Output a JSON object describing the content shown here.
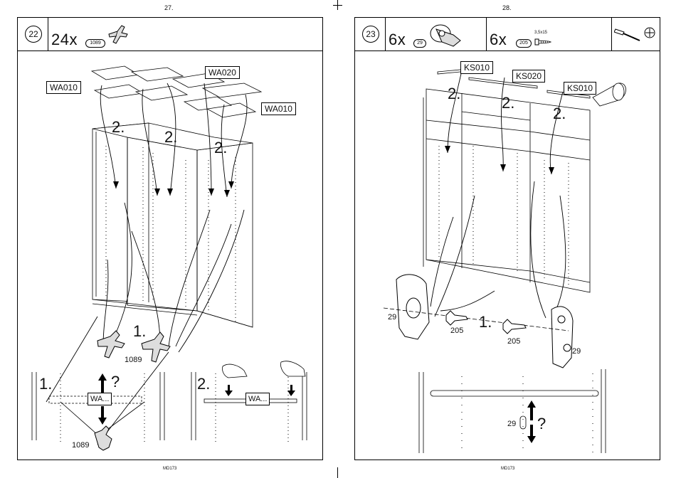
{
  "left_page": {
    "page_number": "27.",
    "footer": "MD173",
    "step": "22",
    "quantity": "24x",
    "part_number": "1089",
    "labels": {
      "wa010_top": "WA010",
      "wa020": "WA020",
      "wa010_right": "WA010",
      "part_label": "1089",
      "inset_part_label": "1089",
      "inset_box_1": "WA...",
      "inset_box_2": "WA..."
    },
    "step_marks": {
      "shelf_1": "2.",
      "shelf_2": "2.",
      "shelf_3": "2.",
      "connector_step": "1.",
      "inset_step_1": "1.",
      "inset_step_2": "2.",
      "question": "?"
    }
  },
  "right_page": {
    "page_number": "28.",
    "footer": "MD173",
    "step": "23",
    "quantity_a": "6x",
    "part_a": "29",
    "quantity_b": "6x",
    "part_b": "205",
    "screw_spec": "3,5x15",
    "labels": {
      "ks010_left": "KS010",
      "ks020": "KS020",
      "ks010_right": "KS010"
    },
    "step_marks": {
      "shelf_1": "2.",
      "shelf_2": "2.",
      "shelf_3": "2.",
      "fix_step": "1.",
      "question": "?"
    },
    "part_labels": {
      "bracket_left": "29",
      "screw_left": "205",
      "screw_right": "205",
      "bracket_right": "29",
      "inset_bracket": "29"
    }
  },
  "icons": [
    "shelf-support-icon",
    "rail-bracket-icon",
    "screw-icon",
    "screwdriver-icon",
    "phillips-head-icon",
    "hand-icon",
    "arrow-icon"
  ]
}
